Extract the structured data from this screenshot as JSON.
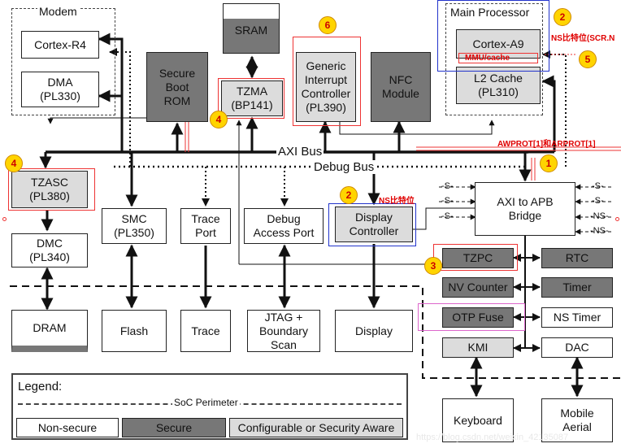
{
  "groups": {
    "modem": "Modem",
    "main_processor": "Main Processor"
  },
  "blocks": {
    "cortex_r4": "Cortex-R4",
    "dma": "DMA\n(PL330)",
    "secure_boot_rom": "Secure\nBoot\nROM",
    "sram": "SRAM",
    "tzma": "TZMA\n(BP141)",
    "gic": "Generic\nInterrupt\nController\n(PL390)",
    "nfc": "NFC\nModule",
    "cortex_a9": "Cortex-A9",
    "l2_cache": "L2 Cache\n(PL310)",
    "tzasc": "TZASC\n(PL380)",
    "dmc": "DMC\n(PL340)",
    "smc": "SMC\n(PL350)",
    "trace_port": "Trace\nPort",
    "debug_access_port": "Debug\nAccess Port",
    "display_controller": "Display\nController",
    "axi_apb": "AXI to APB\nBridge",
    "tzpc": "TZPC",
    "rtc": "RTC",
    "nv_counter": "NV Counter",
    "timer": "Timer",
    "otp_fuse": "OTP Fuse",
    "ns_timer": "NS Timer",
    "kmi": "KMI",
    "dac": "DAC",
    "dram": "DRAM",
    "flash": "Flash",
    "trace": "Trace",
    "jtag": "JTAG +\nBoundary\nScan",
    "display": "Display",
    "keyboard": "Keyboard",
    "mobile_aerial": "Mobile\nAerial"
  },
  "buses": {
    "axi": "AXI Bus",
    "debug": "Debug Bus"
  },
  "signals": {
    "left": [
      "-S-",
      "-S-",
      "-S-"
    ],
    "right": [
      "-S-",
      "-S-",
      "-NS-",
      "-NS-"
    ]
  },
  "annotations": {
    "ns_bit_scr": "NS比特位(SCR.N",
    "mmu_cache": "MMU/cache",
    "ns_bit": "NS比特位",
    "awprot_arprot": "AWPROT[1]和ARPROT[1]"
  },
  "badges": {
    "b1": "1",
    "b2": "2",
    "b3": "3",
    "b4": "4",
    "b5": "5",
    "b6": "6"
  },
  "legend": {
    "title": "Legend:",
    "perimeter": "SoC Perimeter",
    "non_secure": "Non-secure",
    "secure": "Secure",
    "configurable": "Configurable or Security Aware"
  },
  "watermark": "https://blog.csdn.net/weixin_42135087"
}
